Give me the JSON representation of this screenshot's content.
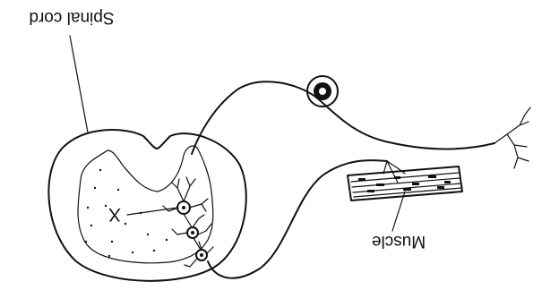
{
  "labels": {
    "spinal_cord": "Spinal cord",
    "muscle": "Muscle",
    "x_marker": "X"
  },
  "orientation": "rotated-180",
  "stroke_color": "#111111",
  "background_color": "#ffffff"
}
